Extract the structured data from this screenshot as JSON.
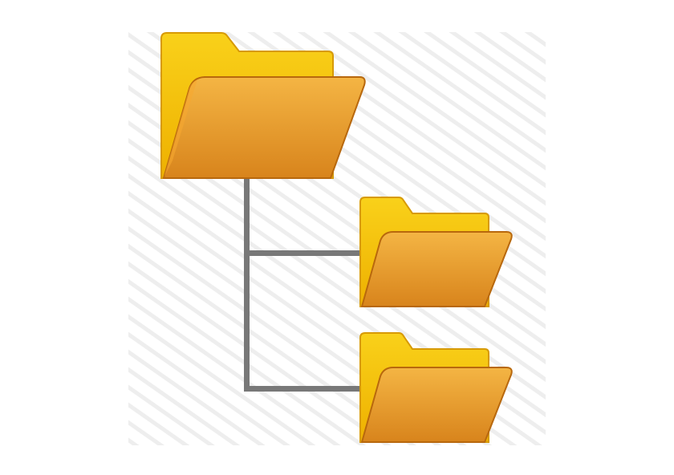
{
  "icon": {
    "name": "folder-tree-icon",
    "folders": [
      {
        "role": "parent",
        "name": "parent-folder-icon"
      },
      {
        "role": "child",
        "name": "child-folder-icon-1"
      },
      {
        "role": "child",
        "name": "child-folder-icon-2"
      }
    ]
  },
  "colors": {
    "background_stripe_light": "#ffffff",
    "background_stripe_dark": "#f1f1f1",
    "connector": "#7a7a7a",
    "folder_back": "#f4c20f",
    "folder_back_edge": "#d79a05",
    "folder_front_top": "#f2ad35",
    "folder_front_bottom": "#d9861f",
    "folder_front_edge": "#b8680d"
  }
}
